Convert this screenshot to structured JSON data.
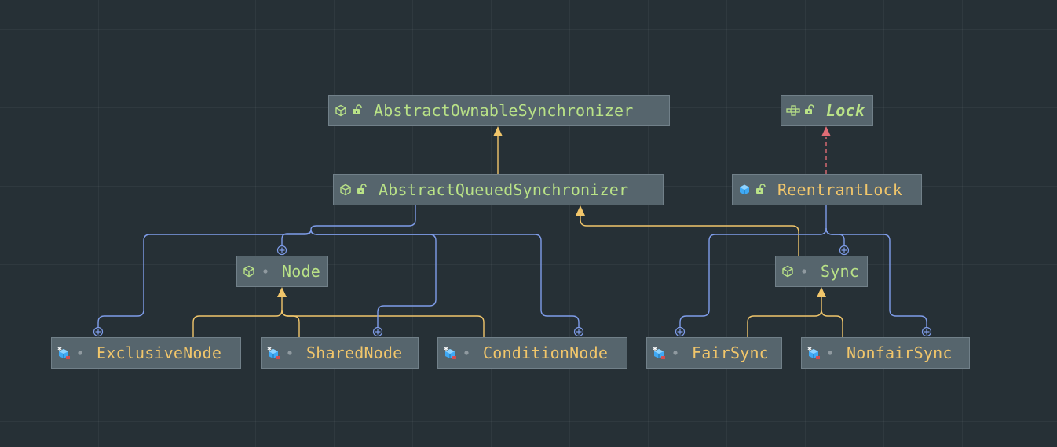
{
  "colors": {
    "background": "#263036",
    "node_fill": "#56656d",
    "abstract_label": "#b9e287",
    "concrete_label": "#f1c66b",
    "extends_edge": "#f1c66b",
    "implements_edge": "#e06c75",
    "inner_class_edge": "#7f9dea"
  },
  "classes": {
    "aos": {
      "label": "AbstractOwnableSynchronizer",
      "icon": "abstract-class-icon",
      "visibility": "public-icon"
    },
    "lock": {
      "label": "Lock",
      "icon": "interface-icon",
      "visibility": "public-icon"
    },
    "aqs": {
      "label": "AbstractQueuedSynchronizer",
      "icon": "abstract-class-icon",
      "visibility": "public-icon"
    },
    "reentrant": {
      "label": "ReentrantLock",
      "icon": "class-icon",
      "visibility": "public-icon"
    },
    "node": {
      "label": "Node",
      "icon": "abstract-class-icon",
      "visibility": "package-private-icon"
    },
    "sync": {
      "label": "Sync",
      "icon": "abstract-class-icon",
      "visibility": "package-private-icon"
    },
    "exclusive": {
      "label": "ExclusiveNode",
      "icon": "static-final-class-icon",
      "visibility": "package-private-icon"
    },
    "shared": {
      "label": "SharedNode",
      "icon": "static-final-class-icon",
      "visibility": "package-private-icon"
    },
    "condition": {
      "label": "ConditionNode",
      "icon": "static-final-class-icon",
      "visibility": "package-private-icon"
    },
    "fair": {
      "label": "FairSync",
      "icon": "static-final-class-icon",
      "visibility": "package-private-icon"
    },
    "nonfair": {
      "label": "NonfairSync",
      "icon": "static-final-class-icon",
      "visibility": "package-private-icon"
    }
  },
  "relations": [
    {
      "from": "aqs",
      "to": "aos",
      "type": "extends"
    },
    {
      "from": "reentrant",
      "to": "lock",
      "type": "implements"
    },
    {
      "from": "sync",
      "to": "aqs",
      "type": "extends"
    },
    {
      "from": "exclusive",
      "to": "node",
      "type": "extends"
    },
    {
      "from": "shared",
      "to": "node",
      "type": "extends"
    },
    {
      "from": "condition",
      "to": "node",
      "type": "extends"
    },
    {
      "from": "fair",
      "to": "sync",
      "type": "extends"
    },
    {
      "from": "nonfair",
      "to": "sync",
      "type": "extends"
    },
    {
      "from": "node",
      "to": "aqs",
      "type": "inner-class"
    },
    {
      "from": "exclusive",
      "to": "aqs",
      "type": "inner-class"
    },
    {
      "from": "shared",
      "to": "aqs",
      "type": "inner-class"
    },
    {
      "from": "condition",
      "to": "aqs",
      "type": "inner-class"
    },
    {
      "from": "sync",
      "to": "reentrant",
      "type": "inner-class"
    },
    {
      "from": "fair",
      "to": "reentrant",
      "type": "inner-class"
    },
    {
      "from": "nonfair",
      "to": "reentrant",
      "type": "inner-class"
    }
  ]
}
